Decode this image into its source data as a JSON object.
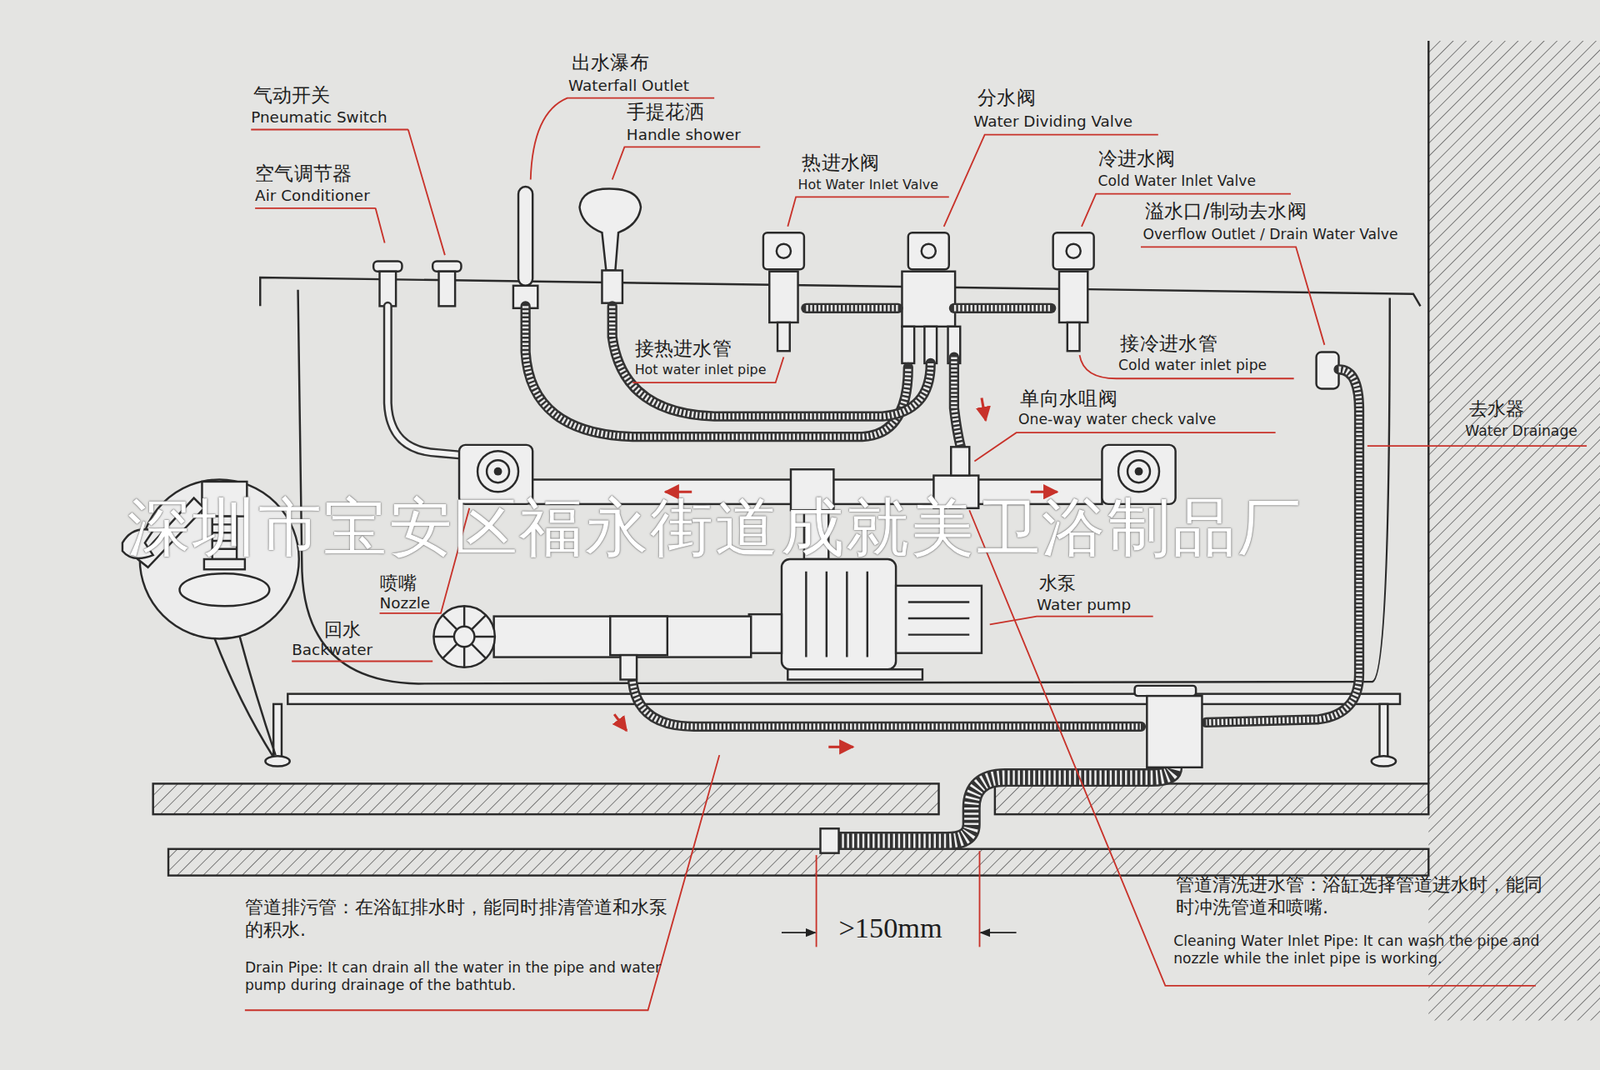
{
  "diagram": {
    "labels": [
      "出水瀑布",
      "Waterfall Outlet",
      "气动开关",
      "Pneumatic Switch",
      "手提花洒",
      "Handle shower",
      "分水阀",
      "Water Dividing Valve",
      "空气调节器",
      "Air Conditioner",
      "热进水阀",
      "Hot Water Inlet Valve",
      "冷进水阀",
      "Cold Water Inlet Valve",
      "溢水口/制动去水阀",
      "Overflow Outlet / Drain Water Valve",
      "接热进水管",
      "Hot water inlet pipe",
      "接冷进水管",
      "Cold water inlet pipe",
      "单向水咀阀",
      "One-way water check valve",
      "去水器",
      "Water Drainage",
      "喷嘴",
      "Nozzle",
      "水泵",
      "Water pump",
      "回水",
      "Backwater",
      ">150mm",
      "管道排污管：在浴缸排水时，能同时排清管道和水泵的积水.",
      "Drain Pipe: It can drain all the water in the pipe and water pump during drainage of the bathtub.",
      "管道清洗进水管：浴缸选择管道进水时，能同时冲洗管道和喷嘴.",
      "Cleaning Water Inlet Pipe: It can wash the pipe and nozzle while the inlet pipe is working.",
      "深圳市宝安区福永街道成就美卫浴制品厂"
    ]
  }
}
